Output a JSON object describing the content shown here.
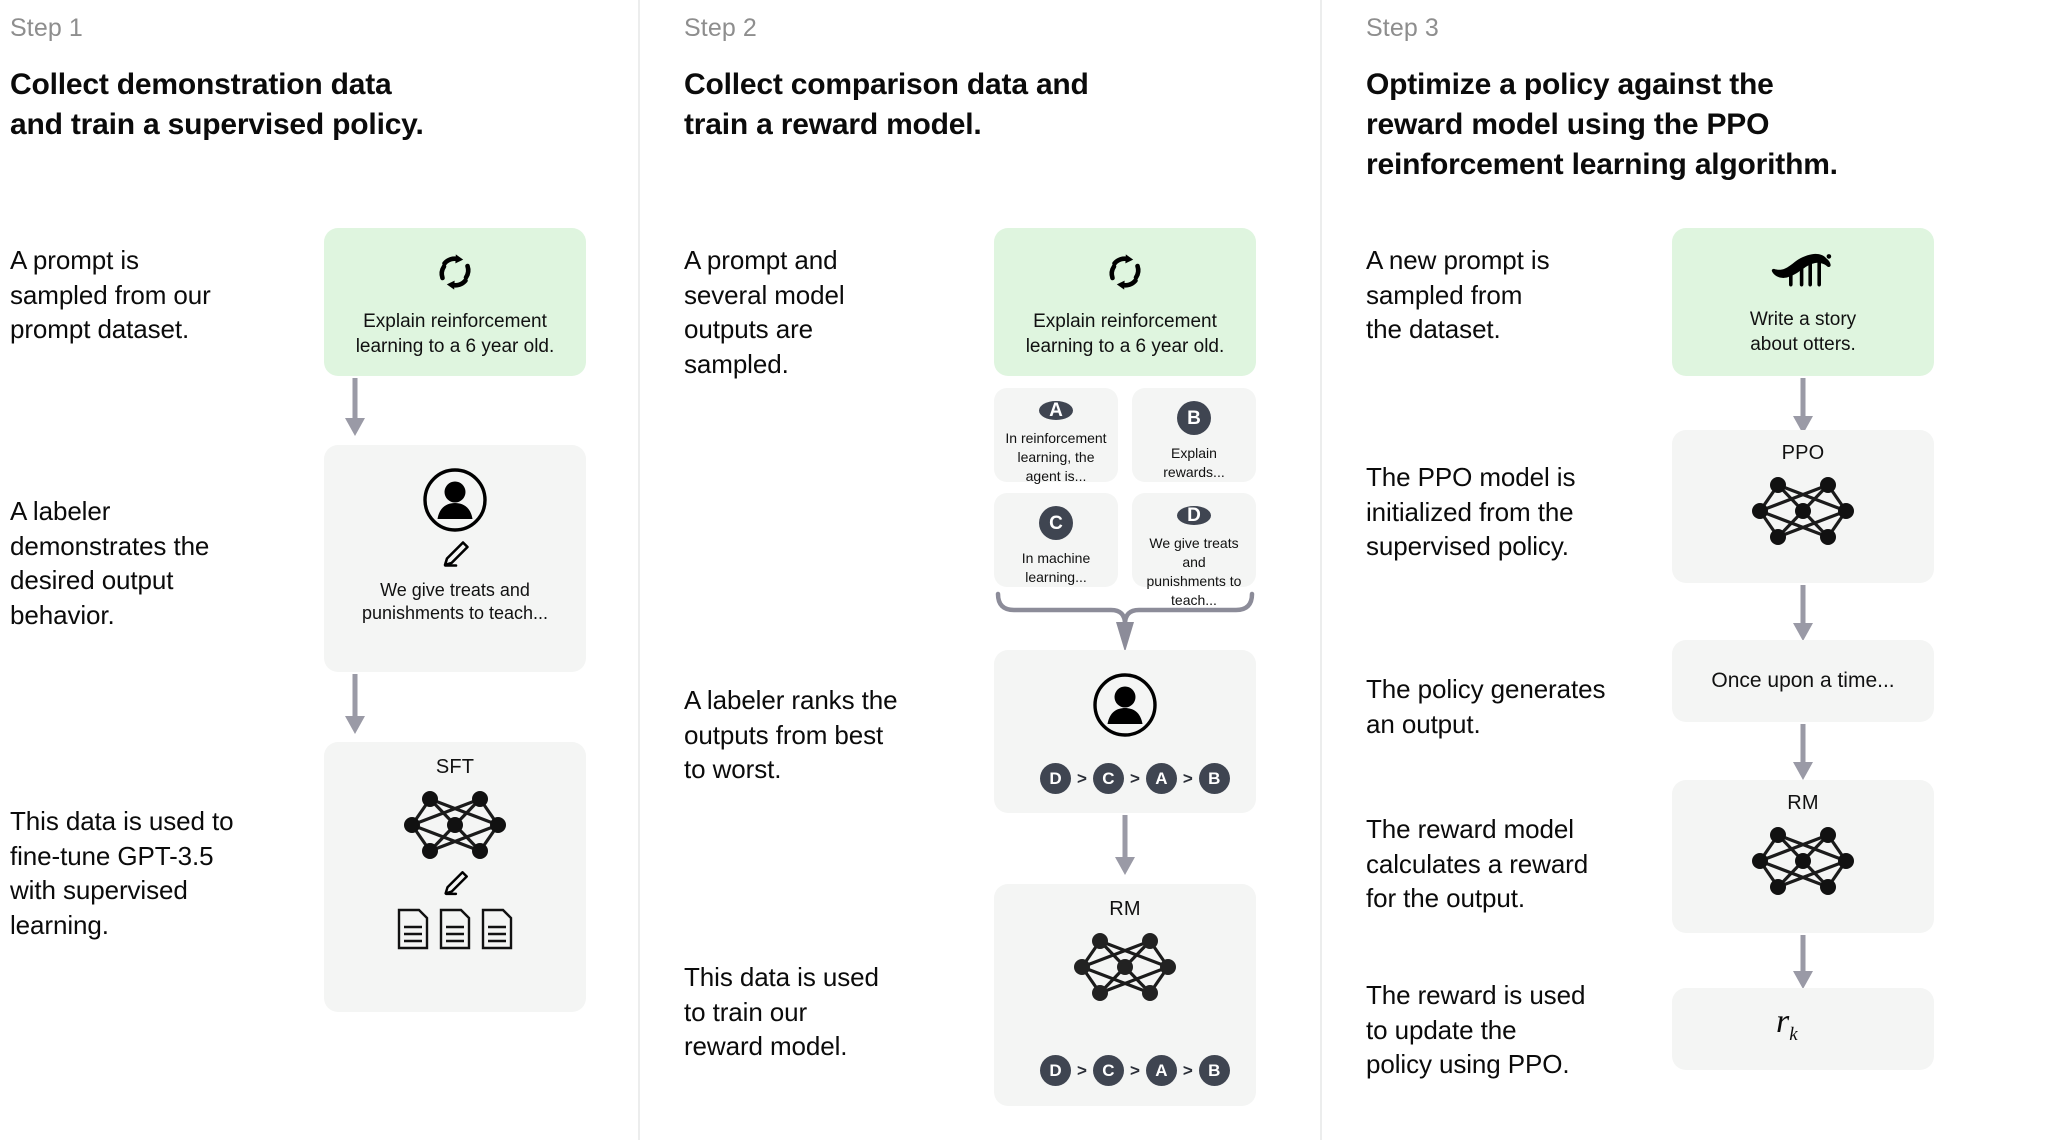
{
  "diagram": {
    "title": "InstructGPT / RLHF three-step training diagram",
    "accent_green": "#dff5df",
    "card_gray": "#f4f5f4",
    "badge_color": "#3f4551",
    "arrow_color": "#9a9aa6"
  },
  "columns": [
    {
      "step_label": "Step 1",
      "title_line1": "Collect demonstration data",
      "title_line2": "and train a supervised policy.",
      "notes": [
        "A prompt is\nsampled from our\nprompt dataset.",
        "A labeler\ndemonstrates the\ndesired output\nbehavior.",
        "This data is used to\nfine-tune GPT-3.5\nwith supervised\nlearning."
      ],
      "cards": [
        {
          "name": "prompt-card",
          "kind": "green",
          "icon": "refresh-cycle-icon",
          "text": "Explain reinforcement\nlearning to a 6 year old."
        },
        {
          "name": "labeler-card",
          "kind": "gray",
          "icon": "person-icon",
          "sub_icon": "pencil-icon",
          "text": "We give treats and\npunishments to teach..."
        },
        {
          "name": "sft-card",
          "kind": "gray",
          "title": "SFT",
          "icon": "neural-network-icon",
          "sub_icon": "pencil-icon",
          "extra_icon": "documents-icon"
        }
      ]
    },
    {
      "step_label": "Step 2",
      "title_line1": "Collect comparison data and",
      "title_line2": "train a reward model.",
      "notes": [
        "A prompt and\nseveral model\noutputs are\nsampled.",
        "A labeler ranks the\noutputs from best\nto worst.",
        "This data is used\nto train our\nreward model."
      ],
      "cards": [
        {
          "name": "prompt-card",
          "kind": "green",
          "icon": "refresh-cycle-icon",
          "text": "Explain reinforcement\nlearning to a 6 year old."
        },
        {
          "name": "ranking-card",
          "kind": "gray",
          "icon": "person-icon",
          "ranking": [
            "D",
            "C",
            "A",
            "B"
          ]
        },
        {
          "name": "rm-card",
          "kind": "gray",
          "title": "RM",
          "icon": "neural-network-icon",
          "ranking": [
            "D",
            "C",
            "A",
            "B"
          ]
        }
      ],
      "options": [
        {
          "letter": "A",
          "text": "In reinforcement\nlearning, the\nagent is..."
        },
        {
          "letter": "B",
          "text": "Explain rewards..."
        },
        {
          "letter": "C",
          "text": "In machine\nlearning..."
        },
        {
          "letter": "D",
          "text": "We give treats and\npunishments to\nteach..."
        }
      ]
    },
    {
      "step_label": "Step 3",
      "title_line1": "Optimize a policy against the",
      "title_line2": "reward model using the PPO",
      "title_line3": "reinforcement learning algorithm.",
      "notes": [
        "A new prompt is\nsampled from\nthe dataset.",
        "The PPO model is\ninitialized from the\nsupervised policy.",
        "The policy generates\nan output.",
        "The reward model\ncalculates a reward\nfor the output.",
        "The reward is used\nto update the\npolicy using PPO."
      ],
      "cards": [
        {
          "name": "new-prompt-card",
          "kind": "green",
          "icon": "otter-icon",
          "text": "Write a story\nabout otters."
        },
        {
          "name": "ppo-card",
          "kind": "gray",
          "title": "PPO",
          "icon": "neural-network-icon"
        },
        {
          "name": "output-card",
          "kind": "gray",
          "text": "Once upon a time..."
        },
        {
          "name": "rm-card",
          "kind": "gray",
          "title": "RM",
          "icon": "neural-network-icon"
        },
        {
          "name": "reward-card",
          "kind": "gray",
          "formula_base": "r",
          "formula_sub": "k"
        }
      ]
    }
  ]
}
